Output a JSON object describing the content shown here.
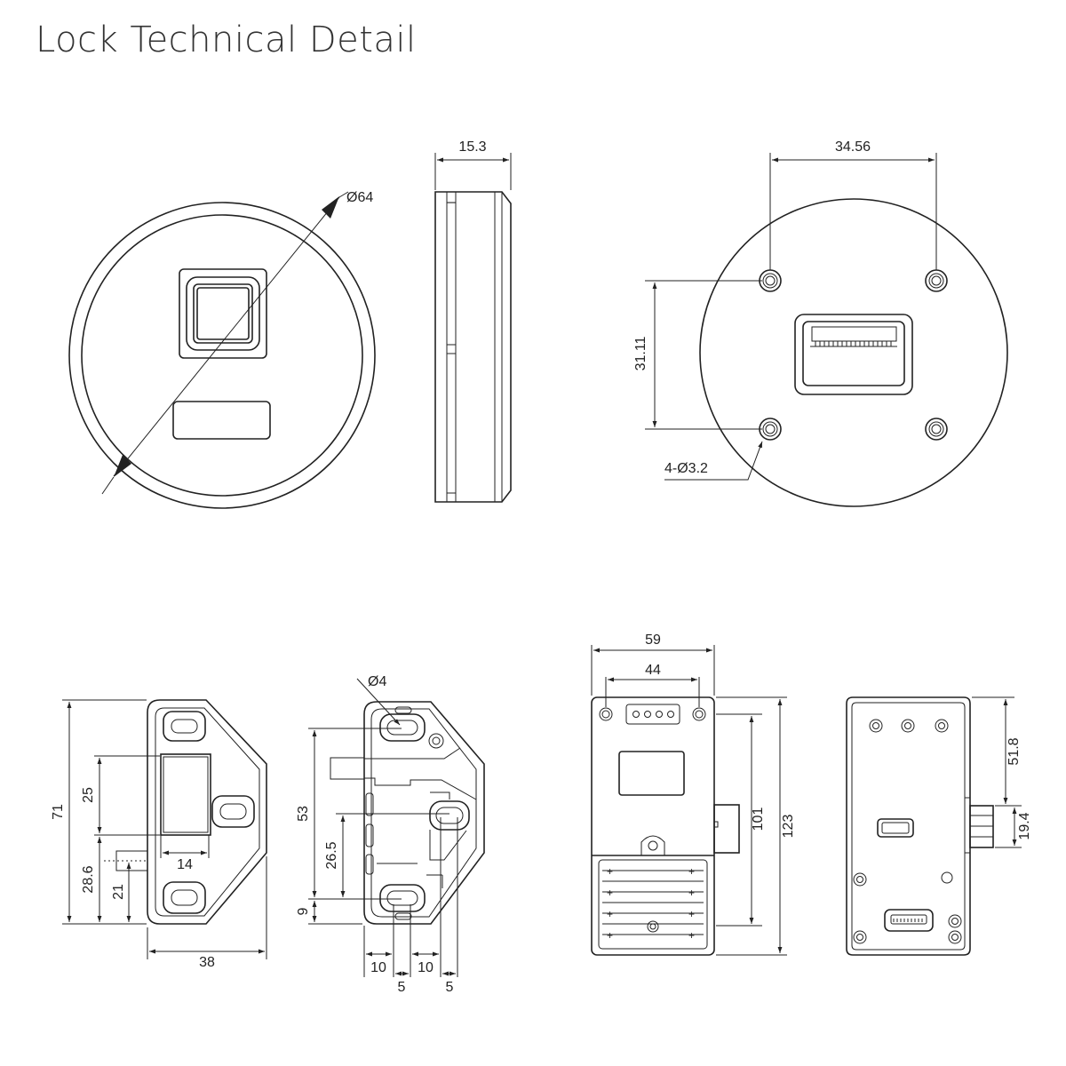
{
  "title": "Lock Technical Detail",
  "dimensions": {
    "round_diameter": "Ø64",
    "round_thickness": "15.3",
    "rear_hole_spacing_h": "34.56",
    "rear_hole_spacing_v": "31.11",
    "rear_holes": "4-Ø3.2",
    "strike_height": "71",
    "strike_upper": "25",
    "strike_lower": "28.6",
    "strike_pin": "21",
    "strike_window": "14",
    "strike_width": "38",
    "bracket_hole": "Ø4",
    "bracket_height": "53",
    "bracket_mid": "26.5",
    "bracket_bottom": "9",
    "bracket_w1": "10",
    "bracket_w2": "5",
    "bracket_w3": "10",
    "bracket_w4": "5",
    "body_width": "59",
    "body_hole_spacing": "44",
    "body_inner_height": "101",
    "body_height": "123",
    "back_upper": "51.8",
    "back_latch": "19.4"
  }
}
